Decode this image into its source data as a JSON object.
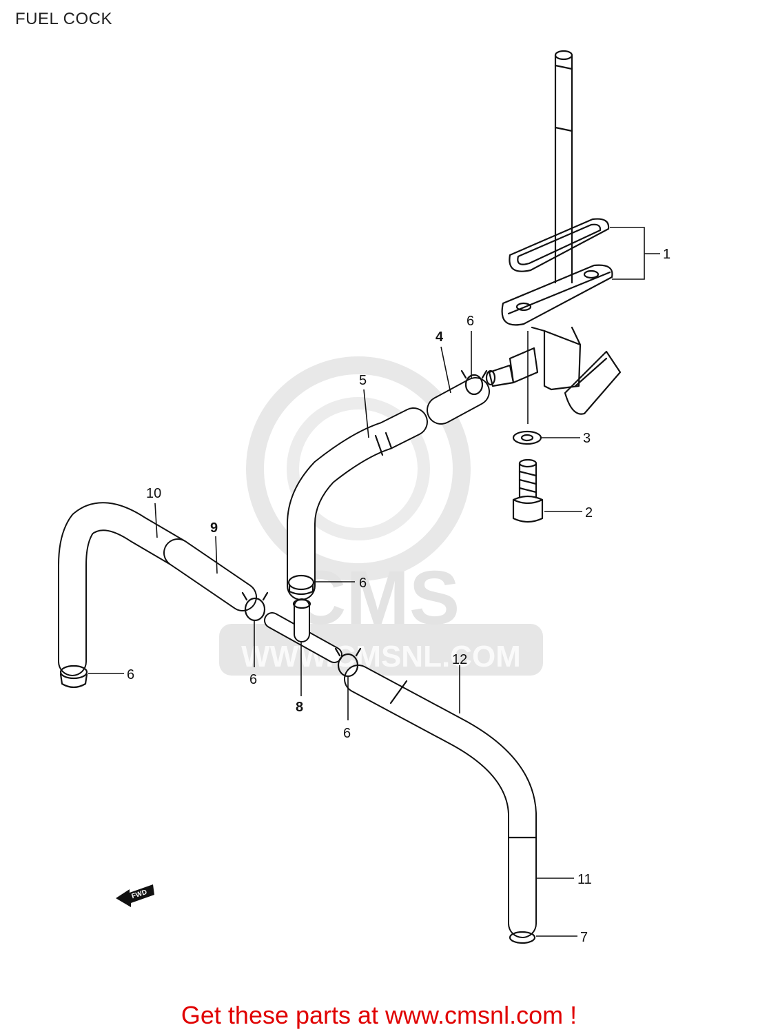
{
  "title": "FUEL COCK",
  "footer": "Get these parts at www.cmsnl.com !",
  "watermark": {
    "brand": "CMS",
    "url": "WWW.CMSNL.COM"
  },
  "fwd_label": "FWD",
  "callouts": {
    "c1": "1",
    "c2": "2",
    "c3": "3",
    "c4": "4",
    "c5": "5",
    "c6a": "6",
    "c6b": "6",
    "c6c": "6",
    "c6d": "6",
    "c6e": "6",
    "c7": "7",
    "c8": "8",
    "c9": "9",
    "c10": "10",
    "c11": "11",
    "c12": "12"
  },
  "colors": {
    "footer": "#e00000",
    "watermark": "#e3e3e3",
    "line": "#111111"
  }
}
